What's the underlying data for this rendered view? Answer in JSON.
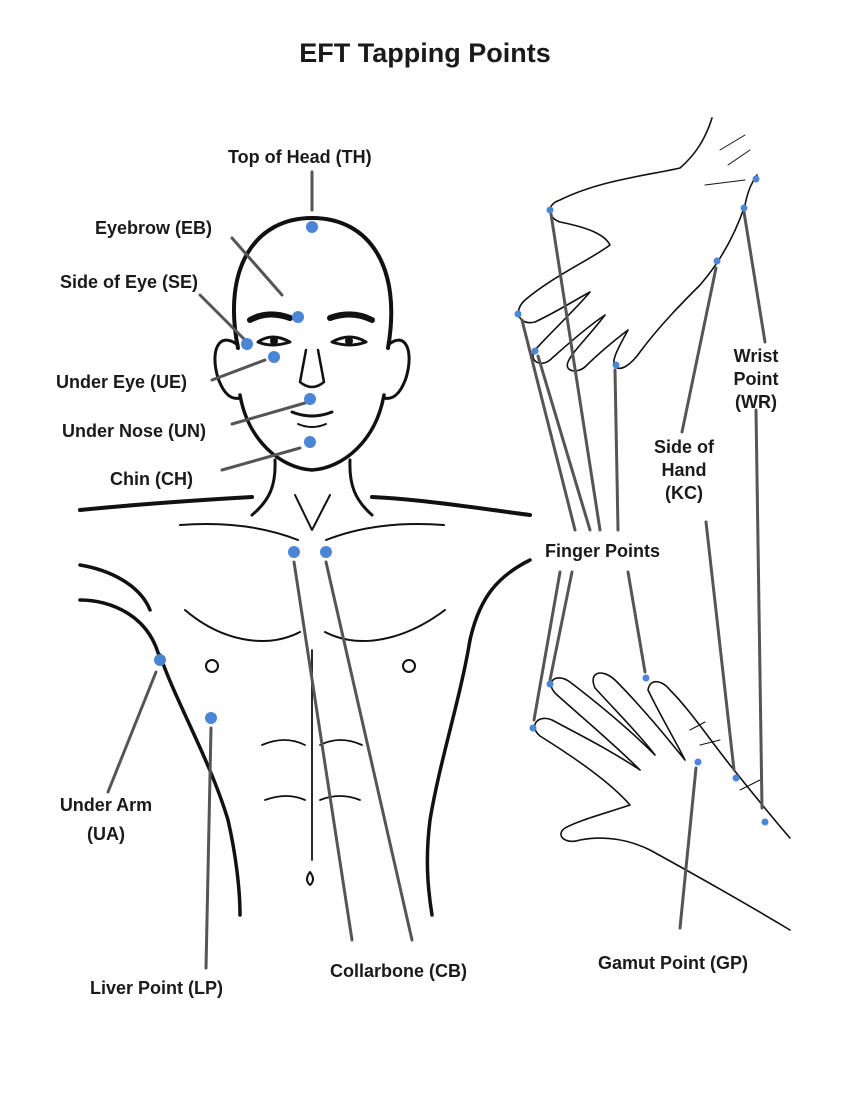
{
  "title": "EFT Tapping Points",
  "labels": {
    "top_of_head": "Top of Head (TH)",
    "eyebrow": "Eyebrow (EB)",
    "side_of_eye": "Side of Eye (SE)",
    "under_eye": "Under Eye (UE)",
    "under_nose": "Under Nose (UN)",
    "chin": "Chin (CH)",
    "under_arm_1": "Under Arm",
    "under_arm_2": "(UA)",
    "liver_point": "Liver Point (LP)",
    "collarbone": "Collarbone (CB)",
    "finger_points": "Finger Points",
    "side_of_hand_1": "Side of",
    "side_of_hand_2": "Hand",
    "side_of_hand_3": "(KC)",
    "wrist_point_1": "Wrist",
    "wrist_point_2": "Point",
    "wrist_point_3": "(WR)",
    "gamut_point": "Gamut Point (GP)"
  },
  "colors": {
    "point": "#4a86d8",
    "leader": "#555555",
    "outline": "#111111"
  }
}
